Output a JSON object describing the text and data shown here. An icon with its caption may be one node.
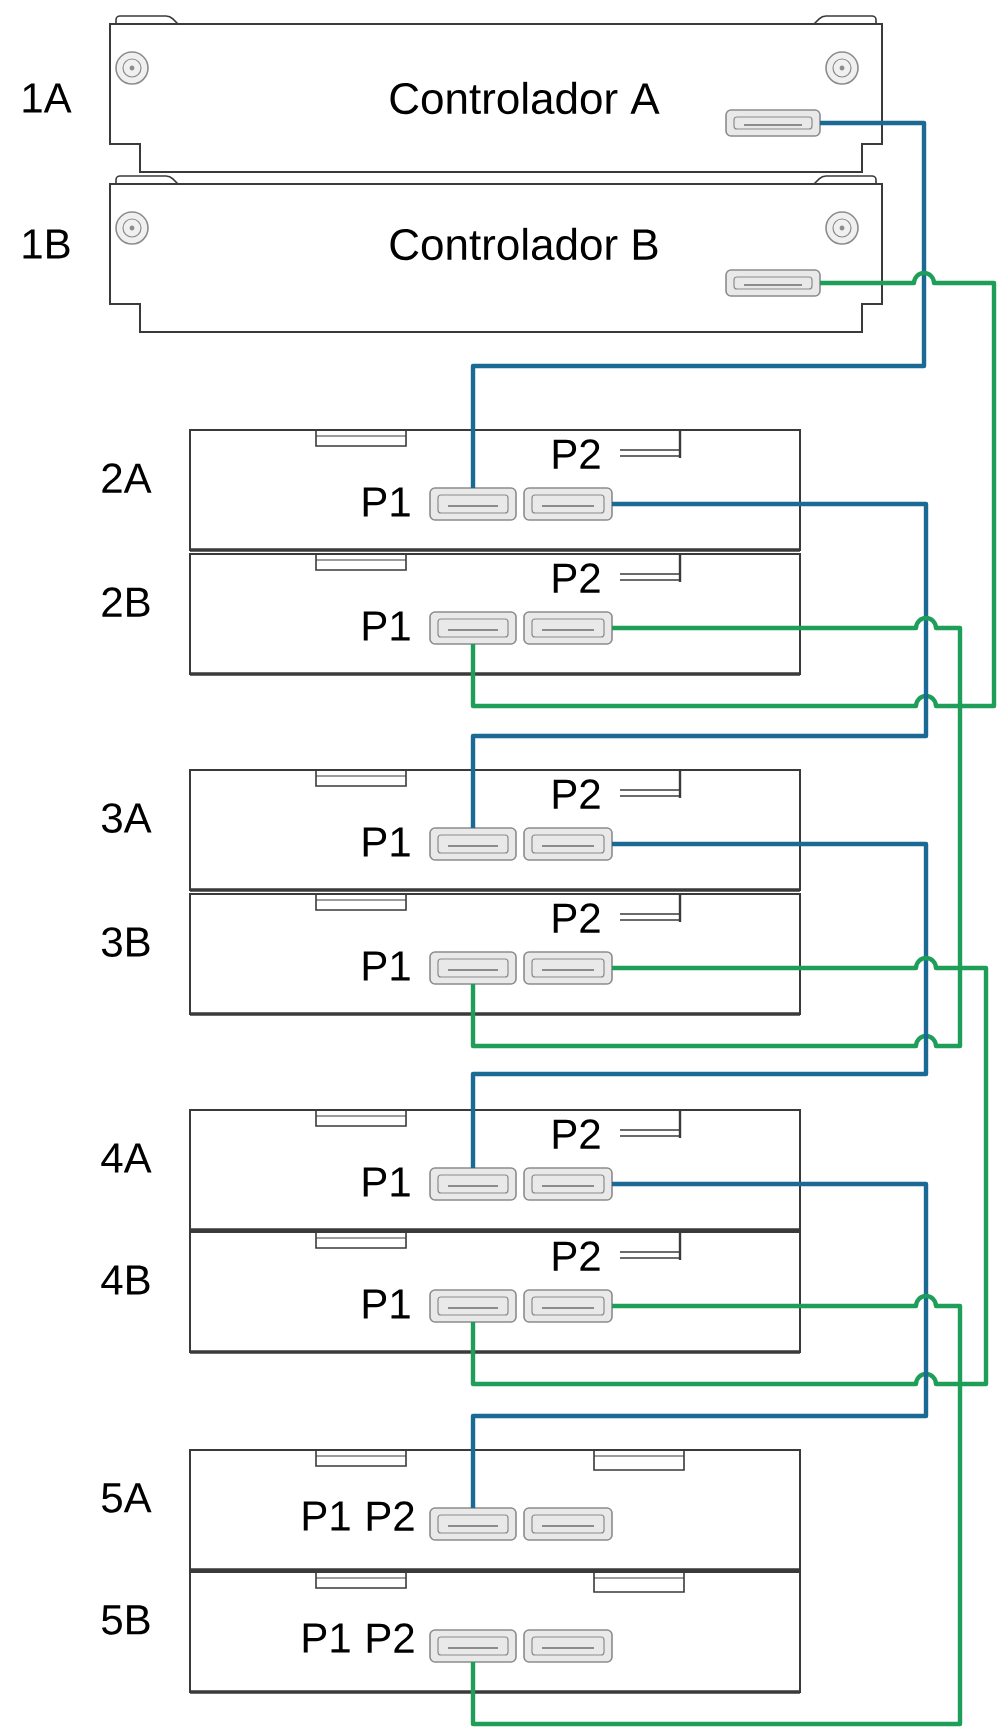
{
  "diagram": {
    "nodes": [
      {
        "text": [
          "Controlador A"
        ],
        "beside": [
          "1A"
        ]
      },
      {
        "text": [],
        "shape": "box",
        "in": 0
      },
      {
        "text": [
          "Controlador B"
        ],
        "beside": [
          "1B"
        ]
      },
      {
        "text": [],
        "shape": "box",
        "in": 2
      },
      {
        "text": [
          "P2",
          "P1"
        ],
        "beside": [
          "2A"
        ]
      },
      {
        "text": [],
        "shape": "box",
        "in": 4
      },
      {
        "text": [],
        "shape": "box",
        "in": 4
      },
      {
        "text": [
          "P2",
          "P1"
        ],
        "beside": [
          "2B"
        ]
      },
      {
        "text": [],
        "shape": "box",
        "in": 7
      },
      {
        "text": [],
        "shape": "box",
        "in": 7
      },
      {
        "text": [
          "P2",
          "P1"
        ],
        "beside": [
          "3A"
        ]
      },
      {
        "text": [],
        "shape": "box",
        "in": 10
      },
      {
        "text": [],
        "shape": "box",
        "in": 10
      },
      {
        "text": [
          "P2",
          "P1"
        ],
        "beside": [
          "3B"
        ]
      },
      {
        "text": [],
        "shape": "box",
        "in": 13
      },
      {
        "text": [],
        "shape": "box",
        "in": 13
      },
      {
        "text": [
          "P2",
          "P1"
        ],
        "beside": [
          "4A"
        ]
      },
      {
        "text": [],
        "shape": "box",
        "in": 16
      },
      {
        "text": [],
        "shape": "box",
        "in": 16
      },
      {
        "text": [
          "P2",
          "P1"
        ],
        "beside": [
          "4B"
        ]
      },
      {
        "text": [],
        "shape": "box",
        "in": 19
      },
      {
        "text": [],
        "shape": "box",
        "in": 19
      },
      {
        "text": [
          "P1",
          "P2"
        ],
        "beside": [
          "5A"
        ]
      },
      {
        "text": [],
        "shape": "box",
        "in": 22
      },
      {
        "text": [],
        "shape": "box",
        "in": 22
      },
      {
        "text": [
          "P1",
          "P2"
        ],
        "beside": [
          "5B"
        ]
      },
      {
        "text": [],
        "shape": "box",
        "in": 25
      },
      {
        "text": [],
        "shape": "box",
        "in": 25
      }
    ],
    "edges": [
      {
        "from": 1,
        "to": 5,
        "arrow": "none",
        "color": "#1b6a94"
      },
      {
        "from": 3,
        "to": 8,
        "arrow": "none",
        "color": "#1f9e5a"
      },
      {
        "from": 6,
        "to": 11,
        "arrow": "none",
        "color": "#1b6a94"
      },
      {
        "from": 9,
        "to": 14,
        "arrow": "none",
        "color": "#1f9e5a"
      },
      {
        "from": 12,
        "to": 17,
        "arrow": "none",
        "color": "#1b6a94"
      },
      {
        "from": 15,
        "to": 20,
        "arrow": "none",
        "color": "#1f9e5a"
      },
      {
        "from": 18,
        "to": 23,
        "arrow": "none",
        "color": "#1b6a94"
      },
      {
        "from": 21,
        "to": 26,
        "arrow": "none",
        "color": "#1f9e5a"
      }
    ]
  }
}
